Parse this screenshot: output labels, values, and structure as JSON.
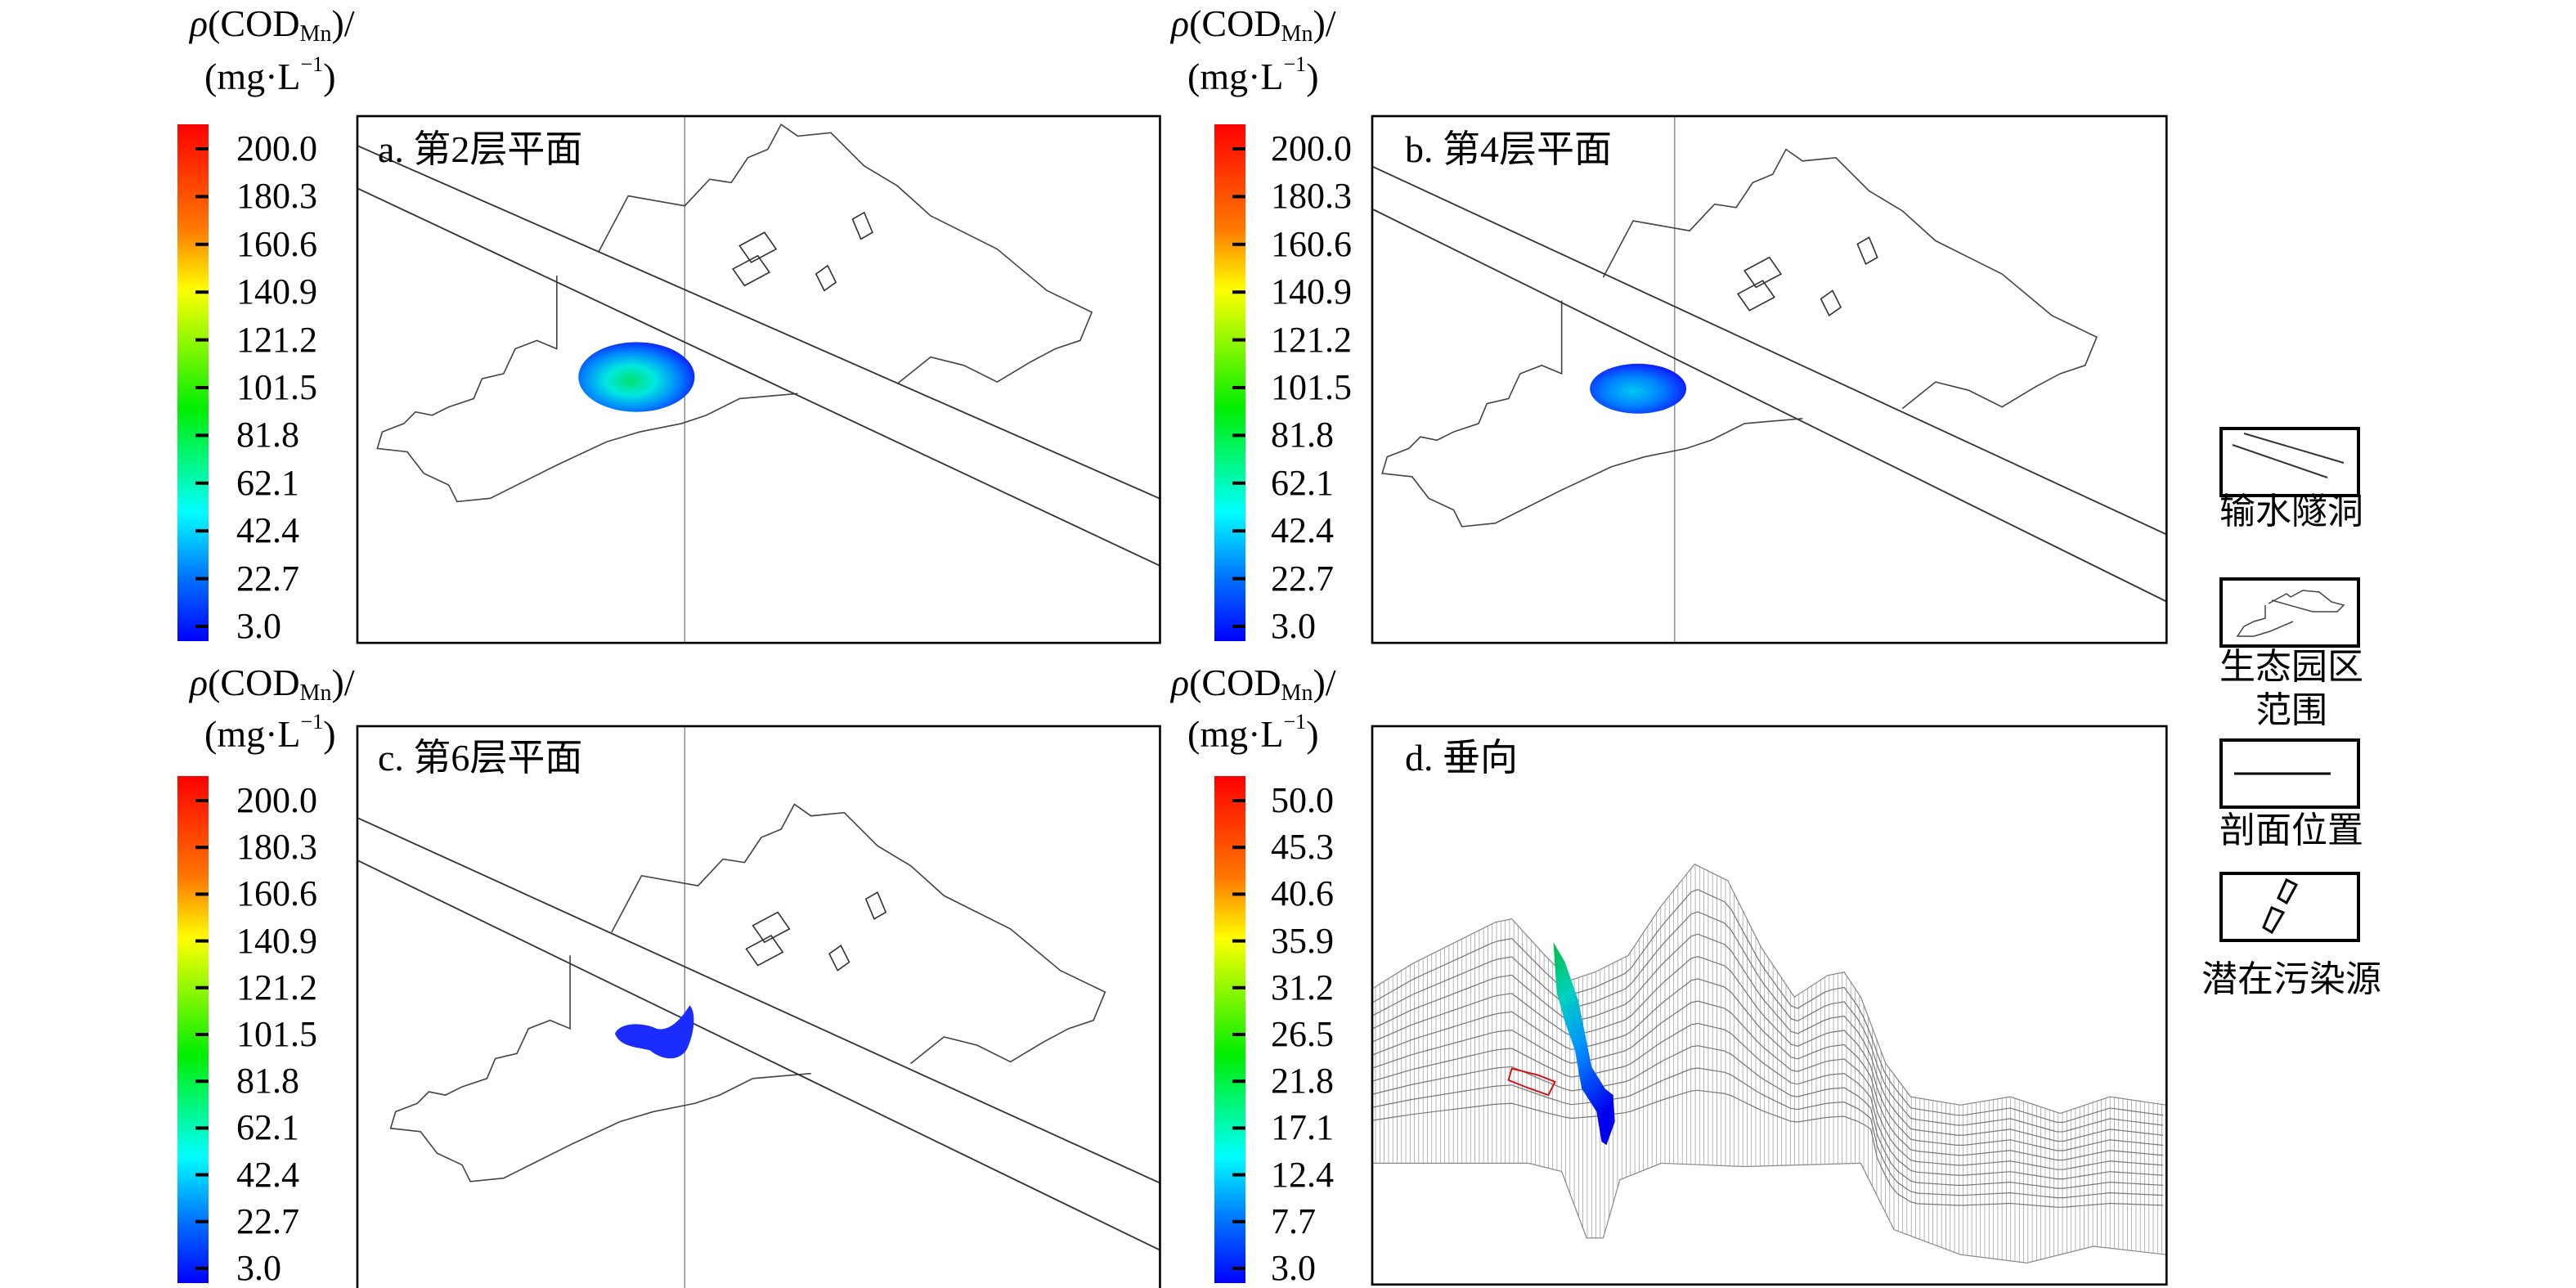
{
  "colorbar_title": {
    "symbol": "ρ",
    "open": "(COD",
    "sub": "Mn",
    "close": ")/",
    "unit_open": "(mg·L",
    "unit_sup": "−1",
    "unit_close": ")"
  },
  "panels": [
    {
      "label": "a. 第2层平面",
      "ticks": [
        "200.0",
        "180.3",
        "160.6",
        "140.9",
        "121.2",
        "101.5",
        "81.8",
        "62.1",
        "42.4",
        "22.7",
        "3.0"
      ]
    },
    {
      "label": "b. 第4层平面",
      "ticks": [
        "200.0",
        "180.3",
        "160.6",
        "140.9",
        "121.2",
        "101.5",
        "81.8",
        "62.1",
        "42.4",
        "22.7",
        "3.0"
      ]
    },
    {
      "label": "c. 第6层平面",
      "ticks": [
        "200.0",
        "180.3",
        "160.6",
        "140.9",
        "121.2",
        "101.5",
        "81.8",
        "62.1",
        "42.4",
        "22.7",
        "3.0"
      ]
    },
    {
      "label": "d. 垂向",
      "ticks": [
        "50.0",
        "45.3",
        "40.6",
        "35.9",
        "31.2",
        "26.5",
        "21.8",
        "17.1",
        "12.4",
        "7.7",
        "3.0"
      ]
    }
  ],
  "legend": [
    {
      "label": "输水隧洞",
      "icon": "tunnel-icon"
    },
    {
      "label": "生态园区范围",
      "line1": "生态园区",
      "line2": "范围",
      "icon": "park-boundary-icon"
    },
    {
      "label": "剖面位置",
      "icon": "profile-line-icon"
    },
    {
      "label": "潜在污染源",
      "icon": "pollution-source-icon"
    }
  ],
  "colors": {
    "high": "#ff0000",
    "mid_high": "#ff9900",
    "mid": "#ffff00",
    "mid_low": "#00ee00",
    "low_mid": "#00ffff",
    "low": "#0000ff",
    "source_outline": "#e00000",
    "mesh": "#8c8c8c"
  }
}
